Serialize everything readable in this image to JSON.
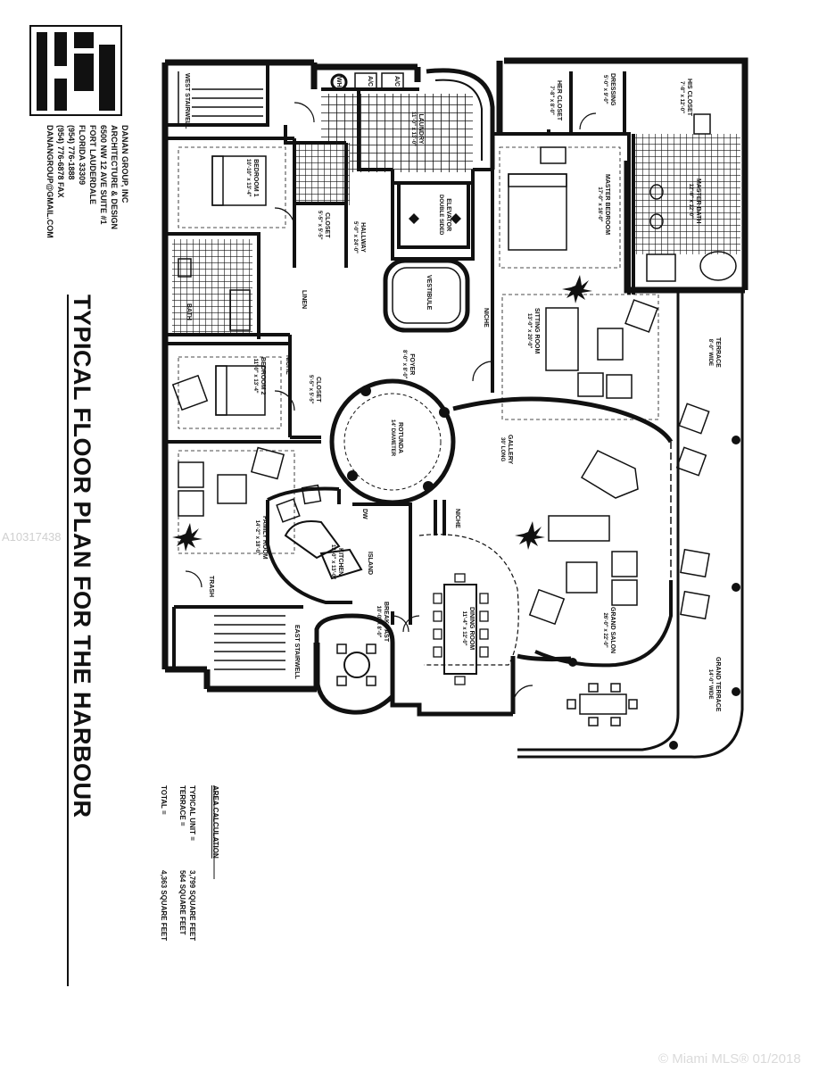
{
  "firm": {
    "lines": [
      "DANAN GROUP, INC",
      "ARCHITECTURE & DESIGN",
      "6500 NW 12 AVE SUITE #1",
      "FORT LAUDERDALE",
      "FLORIDA  33309",
      "(954) 776-1888",
      "(954) 776-6878 FAX",
      "DANANGROUP@GMAIL.COM"
    ]
  },
  "title": "TYPICAL FLOOR PLAN FOR THE HARBOUR",
  "area": {
    "heading": "AREA CALCULATION",
    "rows": [
      {
        "label": "TYPICAL UNIT =",
        "value": "3,799 SQUARE FEET"
      },
      {
        "label": "TERRACE =",
        "value": "564 SQUARE FEET"
      },
      {
        "label": "TOTAL =",
        "value": "4,363 SQUARE FEET"
      }
    ]
  },
  "rooms": {
    "west_stairwell": "WEST STAIRWELL",
    "east_stairwell": "EAST STAIRWELL",
    "bedroom1": {
      "name": "BEDROOM 1",
      "dim": "10'-10\" x 13'-4\""
    },
    "bedroom2": {
      "name": "BEDROOM 2",
      "dim": "11'-0\" x 13'-4\""
    },
    "closet1": {
      "name": "CLOSET",
      "dim": "5'-5\" x 5'-5\""
    },
    "closet2": {
      "name": "CLOSET",
      "dim": "5'-5\" x 5'-5\""
    },
    "bath": "BATH",
    "hallway": {
      "name": "HALLWAY",
      "dim": "5'-0\" x 24'-0\""
    },
    "laundry": {
      "name": "LAUNDRY",
      "dim": "11'-0\" x 13'-0\""
    },
    "elevator": {
      "name": "ELEVATOR",
      "dim": "DOUBLE SIDED"
    },
    "vestibule": "VESTIBULE",
    "foyer": {
      "name": "FOYER",
      "dim": "8'-0\" x 8'-0\""
    },
    "rotunda": {
      "name": "ROTUNDA",
      "dim": "14' DIAMETER"
    },
    "gallery": {
      "name": "GALLERY",
      "dim": "30' LONG"
    },
    "master_bedroom": {
      "name": "MASTER BEDROOM",
      "dim": "17'-0\" x 16'-0\""
    },
    "master_bath": {
      "name": "MASTER BATH",
      "dim": "12'-0\" x 12'-0\""
    },
    "her_closet": {
      "name": "HER CLOSET",
      "dim": "7'-8\" x 8'-0\""
    },
    "his_closet": {
      "name": "HIS CLOSET",
      "dim": "7'-8\" x 12'-0\""
    },
    "dressing": {
      "name": "DRESSING",
      "dim": "5'-0\" x 9'-0\""
    },
    "sitting_room": {
      "name": "SITTING ROOM",
      "dim": "13'-0\" x 20'-0\""
    },
    "terrace": {
      "name": "TERRACE",
      "dim": "8'-0\" WIDE"
    },
    "family_room": {
      "name": "FAMILY ROOM",
      "dim": "14'-2\" x 18'-0\""
    },
    "kitchen": {
      "name": "KITCHEN",
      "dim": "13'-0\" x 13'-0\""
    },
    "island": "ISLAND",
    "breakfast": {
      "name": "BREAK-FAST",
      "dim": "10'-0\" x 8'-0\""
    },
    "dining_room": {
      "name": "DINING ROOM",
      "dim": "11'-4\" x 12'-0\""
    },
    "grand_salon": {
      "name": "GRAND SALON",
      "dim": "26'-0\" x 22'-0\""
    },
    "grand_terrace": {
      "name": "GRAND TERRACE",
      "dim": "14'-0\" WIDE"
    },
    "niche": "NICHE",
    "ac": "A/C",
    "wh": "WH",
    "dw": "DW",
    "trash": "TRASH",
    "linen": "LINEN"
  },
  "stamps": {
    "listing_id": "A10317438",
    "mls": "© Miami MLS® 01/2018"
  }
}
